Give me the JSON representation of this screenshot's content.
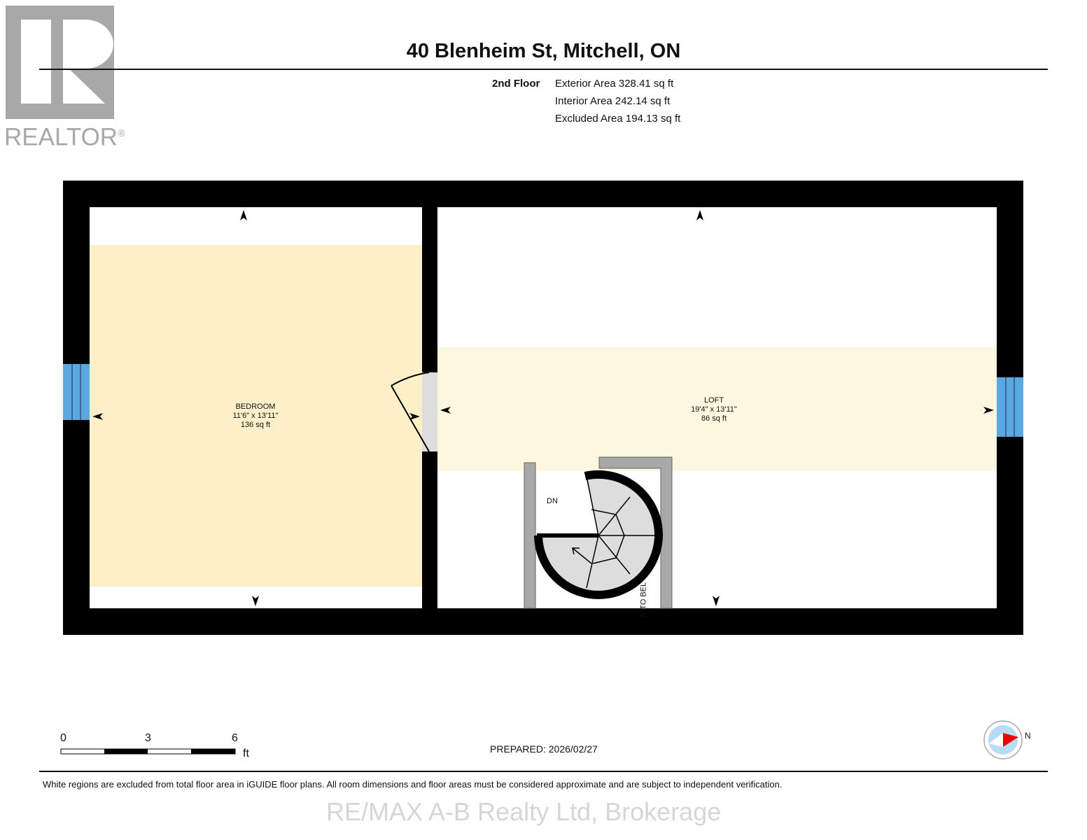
{
  "logo": {
    "text": "REALTOR",
    "mark": "®"
  },
  "header": {
    "title": "40 Blenheim St, Mitchell, ON",
    "floor": "2nd Floor",
    "areas": [
      "Exterior Area 328.41 sq ft",
      "Interior Area 242.14 sq ft",
      "Excluded Area 194.13 sq ft"
    ]
  },
  "rooms": [
    {
      "name": "BEDROOM",
      "dims": "11'6\" x 13'11\"",
      "area": "136 sq ft"
    },
    {
      "name": "LOFT",
      "dims": "19'4\" x 13'11\"",
      "area": "86 sq ft"
    }
  ],
  "stairs": {
    "label": "DN",
    "side_label": "N TO BEL"
  },
  "scale": {
    "ticks": [
      "0",
      "3",
      "6"
    ],
    "unit": "ft"
  },
  "compass": {
    "label": "N"
  },
  "footer": {
    "prepared": "PREPARED: 2026/02/27",
    "disclaimer": "White regions are excluded from total floor area in iGUIDE floor plans. All room dimensions and floor areas must be considered approximate and are subject to independent verification.",
    "watermark": "RE/MAX A-B Realty Ltd, Brokerage"
  },
  "colors": {
    "wall": "#000000",
    "bedroom_fill": "#fdefc8",
    "loft_fill": "#fef7e0",
    "window": "#5aa9e0",
    "logo": "#a8a8a8"
  }
}
